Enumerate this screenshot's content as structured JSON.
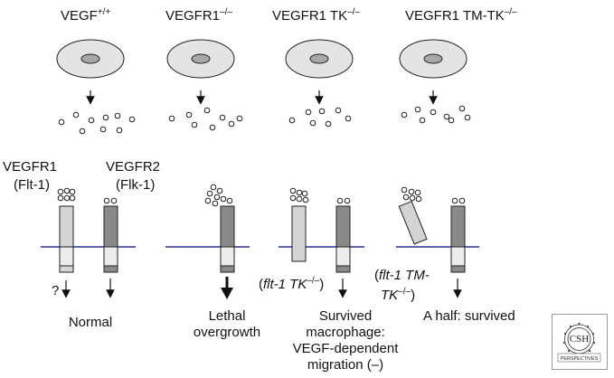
{
  "headers": [
    {
      "base": "VEGF",
      "sup": "+/+"
    },
    {
      "base": "VEGFR1",
      "sup": "–/–"
    },
    {
      "base": "VEGFR1 TK",
      "sup": "–/–"
    },
    {
      "base": "VEGFR1 TM-TK",
      "sup": "–/–"
    }
  ],
  "receptors": {
    "r1_name": "VEGFR1",
    "r1_alias": "(Flt-1)",
    "r2_name": "VEGFR2",
    "r2_alias": "(Flk-1)"
  },
  "question_mark": "?",
  "mutant_labels": {
    "tk_prefix": "(",
    "tk_gene": "flt-1 TK",
    "tk_sup": "–/–",
    "tk_suffix": ")",
    "tmtk_line1_prefix": "(",
    "tmtk_line1_gene": "flt-1 TM-",
    "tmtk_line2_gene": "TK",
    "tmtk_sup": "–/–",
    "tmtk_suffix": ")"
  },
  "outcomes": {
    "normal": "Normal",
    "lethal_line1": "Lethal",
    "lethal_line2": "overgrowth",
    "survived_line1": "Survived",
    "survived_line2": "macrophage:",
    "survived_line3": "VEGF-dependent",
    "survived_line4": "migration (–)",
    "half": "A half: survived"
  },
  "colors": {
    "cell_fill": "#e4e4e4",
    "nucleus_fill": "#a8a8a8",
    "vegfr1_fill": "#d4d4d4",
    "vegfr2_fill": "#8a8a8a",
    "membrane": "#2b2f8f"
  },
  "logo": {
    "text": "CSH",
    "subtext": "PERSPECTIVES"
  }
}
